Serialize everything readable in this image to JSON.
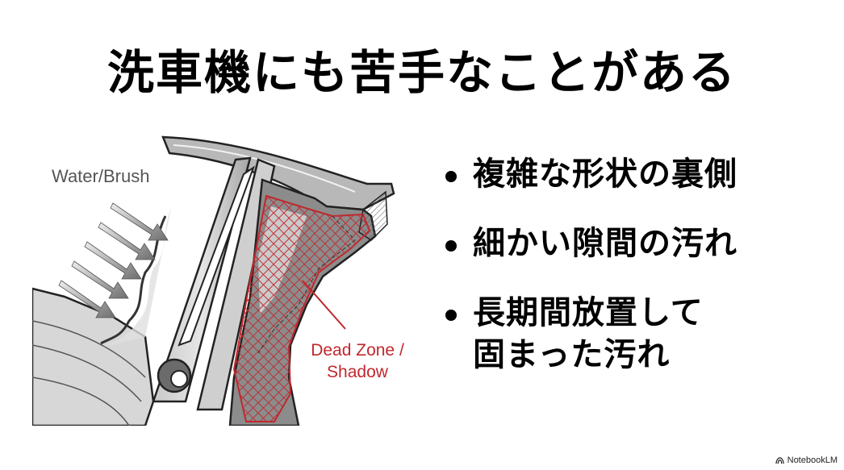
{
  "slide": {
    "title": "洗車機にも苦手なことがある",
    "illustration": {
      "description": "Cross-section of wheel spoke showing water/brush arrows and hatched dead zone",
      "labels": {
        "water_brush": "Water/Brush",
        "dead_zone": "Dead Zone /\nShadow"
      },
      "colors": {
        "dead_zone": "#c0282d",
        "metal": "#9a9a9a",
        "arrow": "#7a7a7a"
      }
    },
    "bullets": [
      {
        "text": "複雑な形状の裏側"
      },
      {
        "text": "細かい隙間の汚れ"
      },
      {
        "text": "長期間放置して\n固まった汚れ"
      }
    ]
  },
  "watermark": {
    "label": "NotebookLM",
    "icon": "notebooklm-logo-icon"
  }
}
